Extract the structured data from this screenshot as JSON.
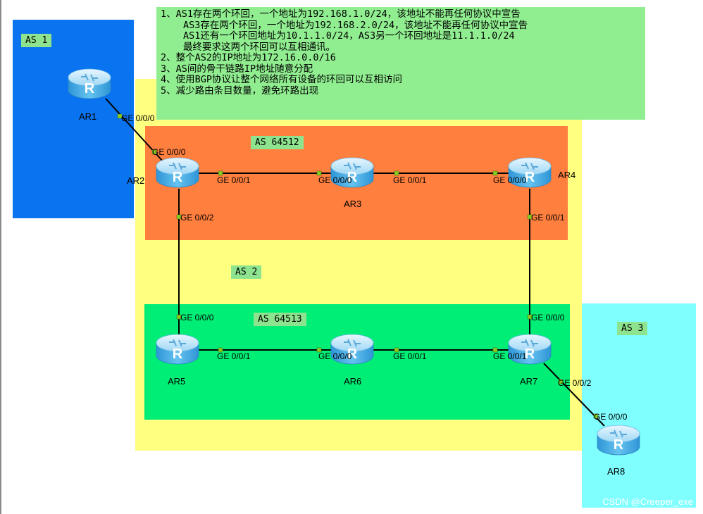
{
  "notes": [
    "1、AS1存在两个环回，一个地址为192.168.1.0/24，该地址不能再任何协议中宣告",
    "AS3存在两个环回，一个地址为192.168.2.0/24，该地址不能再任何协议中宣告",
    "AS1还有一个环回地址为10.1.1.0/24，AS3另一个环回地址是11.1.1.0/24",
    "最终要求这两个环回可以互相通讯。",
    "2、整个AS2的IP地址为172.16.0.0/16",
    "3、AS间的骨干链路IP地址随意分配",
    "4、使用BGP协议让整个网络所有设备的环回可以互相访问",
    "5、减少路由条目数量，避免环路出现"
  ],
  "areas": {
    "as1": {
      "label": "AS 1",
      "color": "#0a73f0"
    },
    "as2": {
      "label": "AS 2",
      "color": "#ffff80"
    },
    "as64512": {
      "label": "AS 64512",
      "color": "#ff7f3f"
    },
    "as64513": {
      "label": "AS 64513",
      "color": "#00ee76"
    },
    "as3": {
      "label": "AS 3",
      "color": "#80ffff"
    }
  },
  "routers": {
    "ar1": "AR1",
    "ar2": "AR2",
    "ar3": "AR3",
    "ar4": "AR4",
    "ar5": "AR5",
    "ar6": "AR6",
    "ar7": "AR7",
    "ar8": "AR8"
  },
  "ports": {
    "ar1_g000": "GE 0/0/0",
    "ar2_g000": "GE 0/0/0",
    "ar2_g001": "GE 0/0/1",
    "ar2_g002": "GE 0/0/2",
    "ar3_g000": "GE 0/0/0",
    "ar3_g001": "GE 0/0/1",
    "ar4_g000": "GE 0/0/0",
    "ar4_g001": "GE 0/0/1",
    "ar5_g000": "GE 0/0/0",
    "ar5_g001": "GE 0/0/1",
    "ar6_g000": "GE 0/0/0",
    "ar6_g001": "GE 0/0/1",
    "ar7_g000": "GE 0/0/0",
    "ar7_g001": "GE 0/0/1",
    "ar7_g002": "GE 0/0/2",
    "ar8_g000": "GE 0/0/0"
  },
  "watermark": "CSDN @Creeper_exe"
}
